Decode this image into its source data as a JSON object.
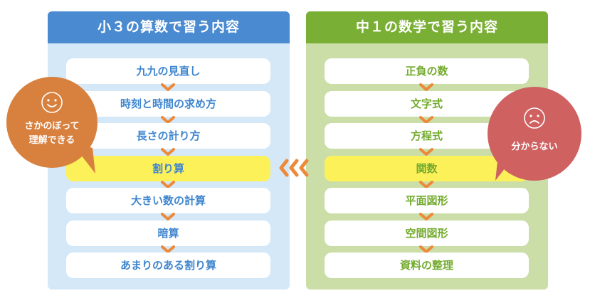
{
  "left_panel": {
    "title": "小３の算数で習う内容",
    "header_color": "#4a8ad0",
    "body_color": "#d4e8f8",
    "text_color": "#3f86cf",
    "items": [
      {
        "label": "九九の見直し",
        "highlighted": false
      },
      {
        "label": "時刻と時間の求め方",
        "highlighted": false
      },
      {
        "label": "長さの計り方",
        "highlighted": false
      },
      {
        "label": "割り算",
        "highlighted": true
      },
      {
        "label": "大きい数の計算",
        "highlighted": false
      },
      {
        "label": "暗算",
        "highlighted": false
      },
      {
        "label": "あまりのある割り算",
        "highlighted": false
      }
    ]
  },
  "right_panel": {
    "title": "中１の数学で習う内容",
    "header_color": "#7aaf35",
    "body_color": "#cbdea8",
    "text_color": "#74ab2f",
    "items": [
      {
        "label": "正負の数",
        "highlighted": false
      },
      {
        "label": "文字式",
        "highlighted": false
      },
      {
        "label": "方程式",
        "highlighted": false
      },
      {
        "label": "関数",
        "highlighted": true
      },
      {
        "label": "平面図形",
        "highlighted": false
      },
      {
        "label": "空間図形",
        "highlighted": false
      },
      {
        "label": "資料の整理",
        "highlighted": false
      }
    ]
  },
  "connector": {
    "icon": "triple-chevron-left-icon",
    "color": "#ec8a3a"
  },
  "step_arrow": {
    "icon": "chevron-down-icon",
    "color": "#ec8a3a"
  },
  "highlight_color": "#fdf15a",
  "bubbles": {
    "left": {
      "icon": "smile-face-icon",
      "line1": "さかのぼって",
      "line2": "理解できる",
      "color": "#d8813f"
    },
    "right": {
      "icon": "sad-face-icon",
      "line1": "分からない",
      "color": "#cf6161"
    }
  }
}
